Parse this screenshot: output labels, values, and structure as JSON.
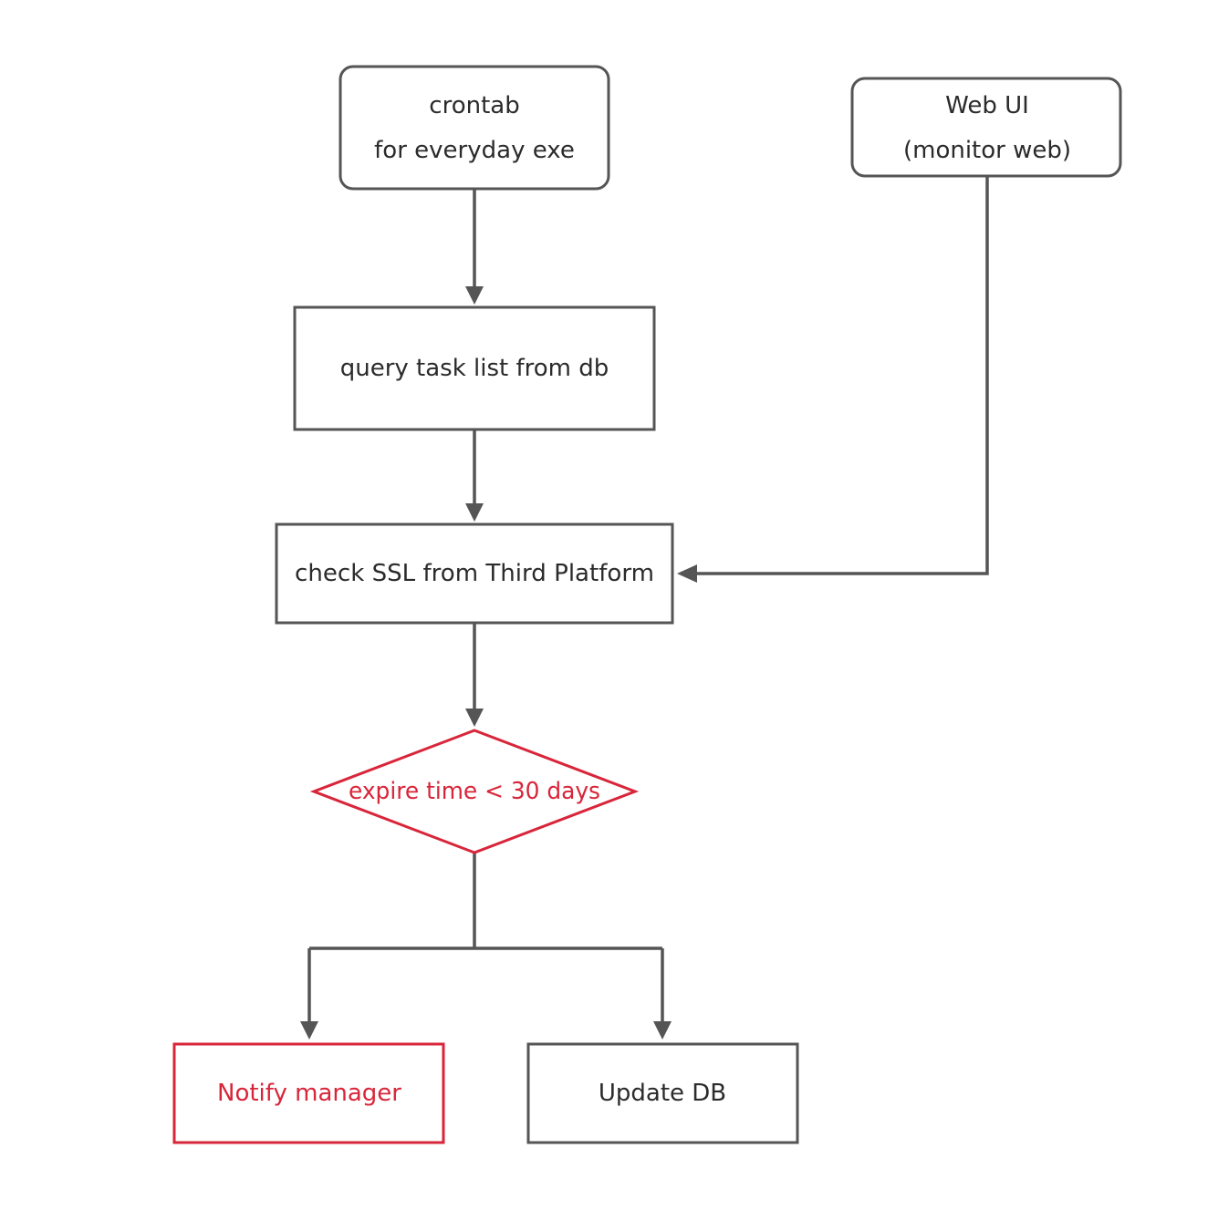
{
  "colors": {
    "stroke": "#555555",
    "text": "#2b2b2b",
    "alert": "#d9253a",
    "background": "#ffffff"
  },
  "nodes": {
    "crontab": {
      "line1": "crontab",
      "line2": "for everyday exe"
    },
    "web_ui": {
      "line1": "Web UI",
      "line2": "(monitor web)"
    },
    "query_task": {
      "label": "query task list from db"
    },
    "check_ssl": {
      "label": "check SSL from Third Platform"
    },
    "decision": {
      "label": "expire time < 30 days"
    },
    "notify": {
      "label": "Notify manager"
    },
    "update_db": {
      "label": "Update DB"
    }
  },
  "edges": [
    {
      "from": "crontab",
      "to": "query_task"
    },
    {
      "from": "query_task",
      "to": "check_ssl"
    },
    {
      "from": "web_ui",
      "to": "check_ssl"
    },
    {
      "from": "check_ssl",
      "to": "decision"
    },
    {
      "from": "decision",
      "to": "notify"
    },
    {
      "from": "decision",
      "to": "update_db"
    }
  ]
}
